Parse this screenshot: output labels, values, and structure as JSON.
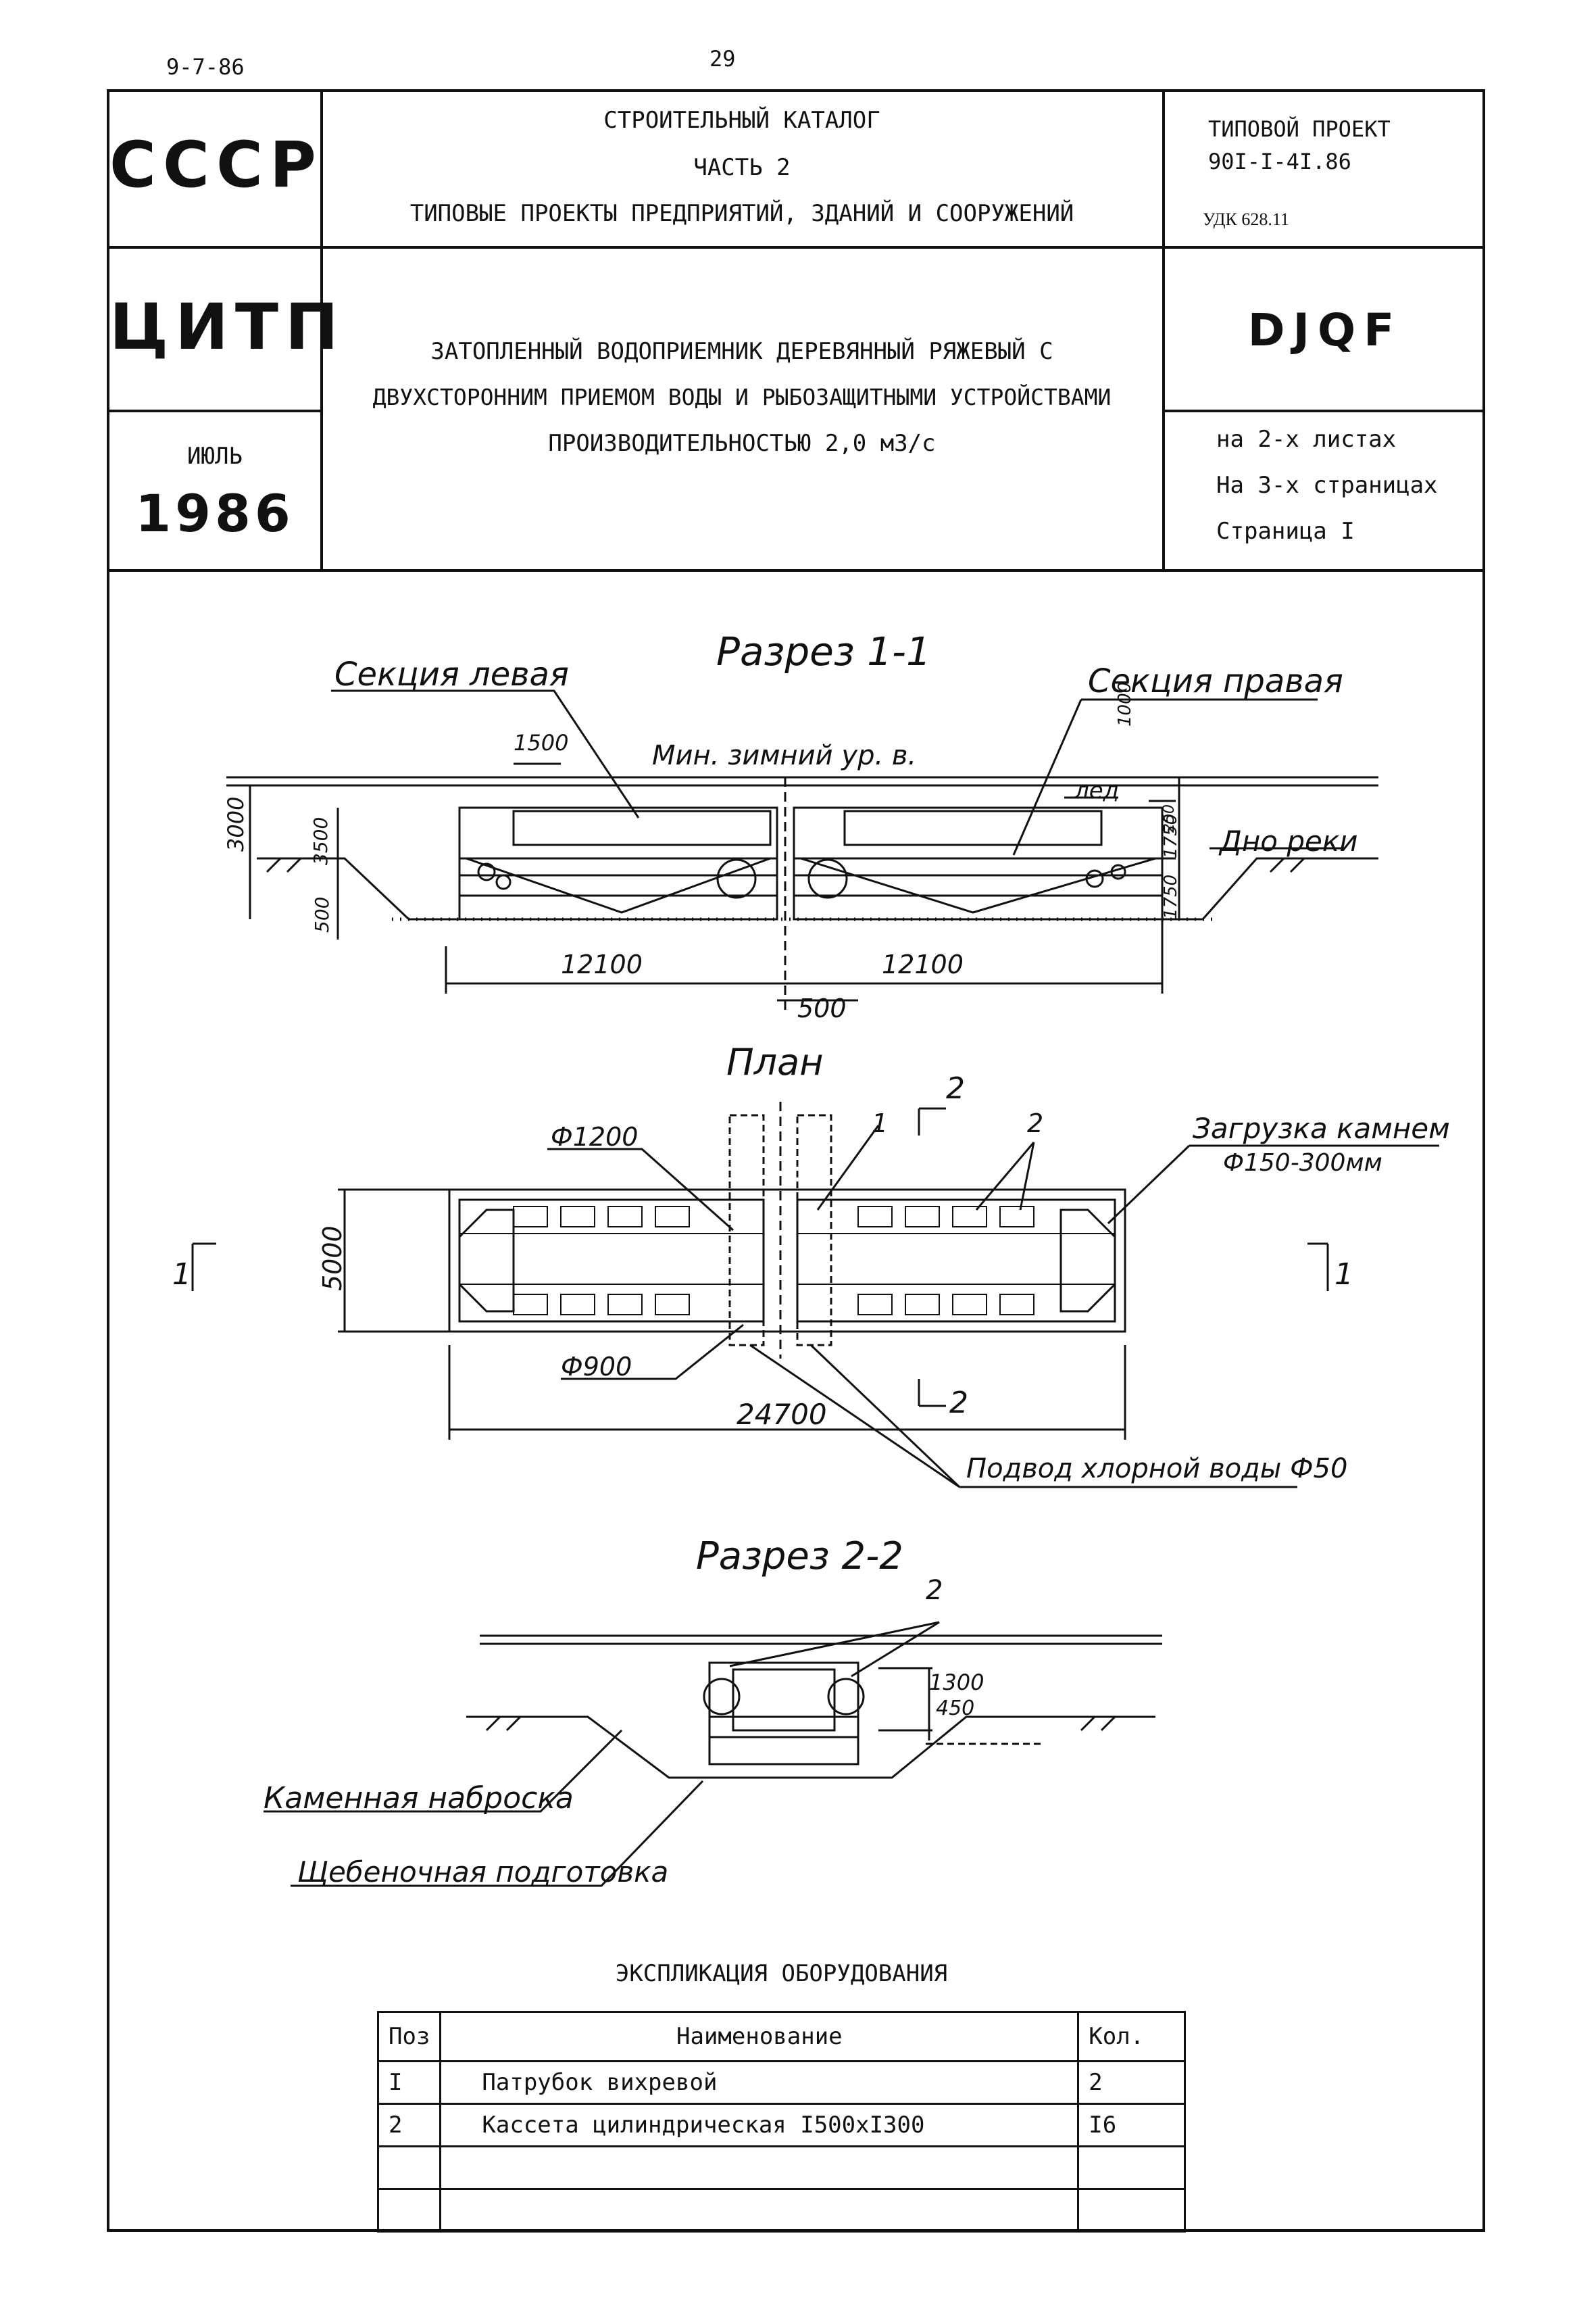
{
  "page": {
    "code": "9-7-86",
    "number": "29"
  },
  "header": {
    "country": "СССР",
    "org": "ЦИТП",
    "month": "ИЮЛЬ",
    "year": "1986",
    "catalog_lines": [
      "СТРОИТЕЛЬНЫЙ КАТАЛОГ",
      "ЧАСТЬ 2",
      "ТИПОВЫЕ ПРОЕКТЫ ПРЕДПРИЯТИЙ, ЗДАНИЙ И СООРУЖЕНИЙ"
    ],
    "project_label": "ТИПОВОЙ ПРОЕКТ",
    "project_number": "90I-I-4I.86",
    "udk": "УДК 628.11",
    "title_lines": [
      "ЗАТОПЛЕННЫЙ ВОДОПРИЕМНИК ДЕРЕВЯННЫЙ РЯЖЕВЫЙ С",
      "ДВУХСТОРОННИМ ПРИЕМОМ ВОДЫ И РЫБОЗАЩИТНЫМИ УСТРОЙСТВАМИ",
      "ПРОИЗВОДИТЕЛЬНОСТЬЮ 2,0 м3/с"
    ],
    "code": "DJQF",
    "sheets": "на 2-х листах",
    "pages": "На 3-х страницах",
    "page_label": "Страница I"
  },
  "drawing": {
    "section1": {
      "title": "Разрез 1-1",
      "left_section": "Секция левая",
      "right_section": "Секция правая",
      "water_level": "Мин. зимний ур. в.",
      "ice": "лед",
      "river_bottom": "Дно реки",
      "dims": {
        "d1500": "1500",
        "d1000": "1000",
        "d3000": "3000",
        "d3500": "3500",
        "d500": "500",
        "d250": "250",
        "d1750a": "1750",
        "d1750b": "1750",
        "left_len": "12100",
        "right_len": "12100",
        "gap": "500"
      }
    },
    "plan": {
      "title": "План",
      "pipe_large": "Ф1200",
      "pipe_small": "Ф900",
      "stone_load": "Загрузка камнем",
      "stone_size": "Ф150-300мм",
      "width": "5000",
      "length": "24700",
      "chlorine": "Подвод хлорной воды Ф50",
      "cut1_left": "1",
      "cut1_right": "1",
      "cut2_top": "2",
      "cut2_bottom": "2",
      "pos1": "1",
      "pos2": "2"
    },
    "section2": {
      "title": "Разрез 2-2",
      "pos2": "2",
      "d1300": "1300",
      "d450": "450",
      "stone_fill": "Каменная наброска",
      "gravel_bed": "Щебеночная подготовка"
    }
  },
  "equipment": {
    "title": "ЭКСПЛИКАЦИЯ ОБОРУДОВАНИЯ",
    "headers": {
      "pos": "Поз",
      "name": "Наименование",
      "qty": "Кол."
    },
    "rows": [
      {
        "pos": "I",
        "name": "Патрубок вихревой",
        "qty": "2"
      },
      {
        "pos": "2",
        "name": "Кассета цилиндрическая I500хI300",
        "qty": "I6"
      },
      {
        "pos": "",
        "name": "",
        "qty": ""
      },
      {
        "pos": "",
        "name": "",
        "qty": ""
      }
    ]
  }
}
